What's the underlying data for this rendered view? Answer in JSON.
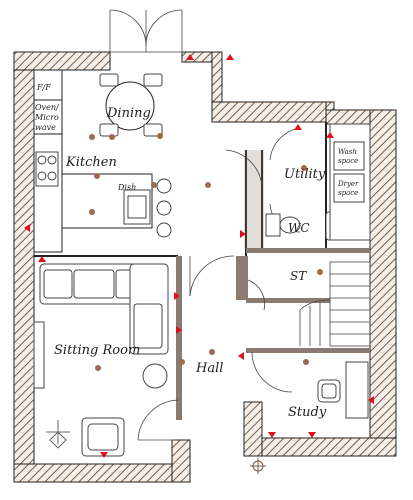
{
  "rooms": {
    "dining": "Dining",
    "kitchen": "Kitchen",
    "utility": "Utility",
    "wc": "WC",
    "st": "ST",
    "sitting_room": "Sitting Room",
    "hall": "Hall",
    "study": "Study"
  },
  "appliances": {
    "ff": "F/F",
    "oven_line1": "Oven/",
    "oven_line2": "Micro",
    "oven_line3": "wave",
    "dish": "Dish",
    "wash_line1": "Wash",
    "wash_line2": "space",
    "dryer_line1": "Dryer",
    "dryer_line2": "space"
  },
  "colors": {
    "wall": "#8a7a70",
    "hatch": "#7a5a48",
    "light_point": "#9a6a55",
    "socket": "#e0101e",
    "fixture": "#555555"
  }
}
